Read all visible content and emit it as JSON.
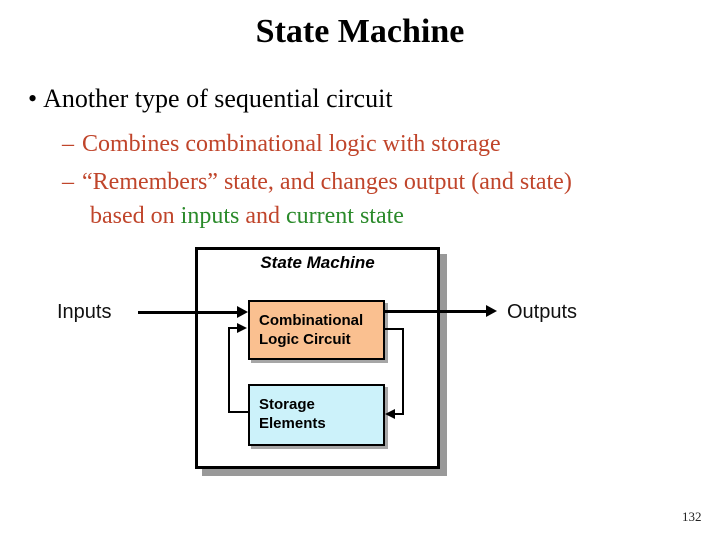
{
  "slide": {
    "title": "State Machine",
    "bullet_marker": "•",
    "sub_marker": "–",
    "bullet_main": "Another type of sequential circuit",
    "sub1": "Combines combinational logic with storage",
    "sub2": "“Remembers” state, and changes output (and state)",
    "sub2_cont": {
      "seg1": "based on ",
      "seg2": "inputs",
      "seg3": " and ",
      "seg4": "current state"
    },
    "page_number": "132"
  },
  "diagram": {
    "label": "State Machine",
    "combinational_line1": "Combinational",
    "combinational_line2": "Logic Circuit",
    "storage_line1": "Storage",
    "storage_line2": "Elements",
    "inputs_label": "Inputs",
    "outputs_label": "Outputs"
  },
  "colors": {
    "text_red": "#c0452b",
    "text_green": "#2a8a2a",
    "combinational_fill": "#fac090",
    "storage_fill": "#ccf2fa",
    "shadow_gray": "#999999",
    "line_black": "#000000"
  }
}
